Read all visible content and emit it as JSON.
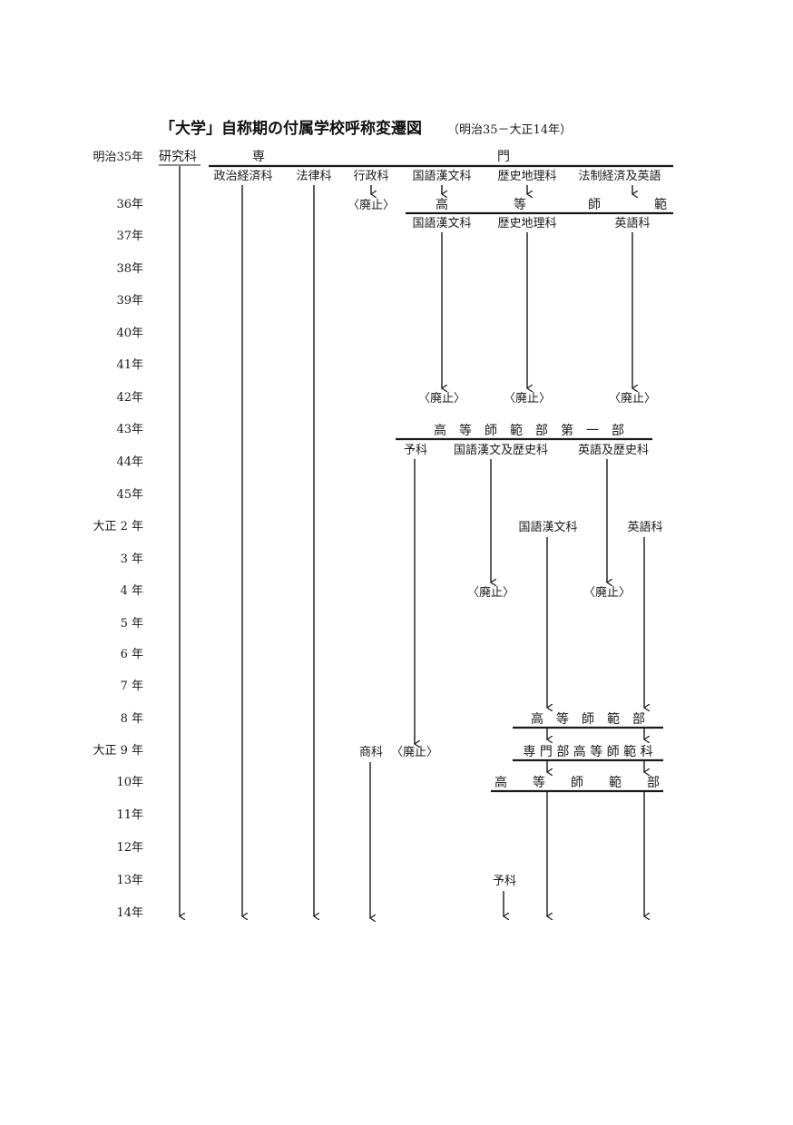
{
  "title": "「大学」自称期の付属学校呼称変遷図",
  "subtitle": "（明治35－大正14年）",
  "years": [
    {
      "id": "m35",
      "label": "明治35年"
    },
    {
      "id": "m36",
      "label": "36年"
    },
    {
      "id": "m37",
      "label": "37年"
    },
    {
      "id": "m38",
      "label": "38年"
    },
    {
      "id": "m39",
      "label": "39年"
    },
    {
      "id": "m40",
      "label": "40年"
    },
    {
      "id": "m41",
      "label": "41年"
    },
    {
      "id": "m42",
      "label": "42年"
    },
    {
      "id": "m43",
      "label": "43年"
    },
    {
      "id": "m44",
      "label": "44年"
    },
    {
      "id": "m45",
      "label": "45年"
    },
    {
      "id": "t2",
      "label": "大正 2 年"
    },
    {
      "id": "t3",
      "label": "3 年"
    },
    {
      "id": "t4",
      "label": "4 年"
    },
    {
      "id": "t5",
      "label": "5 年"
    },
    {
      "id": "t6",
      "label": "6 年"
    },
    {
      "id": "t7",
      "label": "7 年"
    },
    {
      "id": "t8",
      "label": "8 年"
    },
    {
      "id": "t9",
      "label": "大正 9 年"
    },
    {
      "id": "t10",
      "label": "10年"
    },
    {
      "id": "t11",
      "label": "11年"
    },
    {
      "id": "t12",
      "label": "12年"
    },
    {
      "id": "t13",
      "label": "13年"
    },
    {
      "id": "t14",
      "label": "14年"
    }
  ],
  "labels": {
    "kenkyuka": "研究科",
    "senmon_1": "専",
    "senmon_2": "門",
    "seiji_keizai": "政治経済科",
    "horitsu": "法律科",
    "gyosei": "行政科",
    "kokugo_kanbun": "国語漢文科",
    "rekishi_chiri": "歴史地理科",
    "hosei_keizai_eigo": "法制経済及英語",
    "haishi": "〈廃止〉",
    "koto_shihan_1": "高",
    "koto_shihan_2": "等",
    "koto_shihan_3": "師",
    "koto_shihan_4": "範",
    "kokugo_kanbun_2": "国語漢文科",
    "rekishi_chiri_2": "歴史地理科",
    "eigo": "英語科",
    "daiichibu": "高　等　師　範　部　第　一　部",
    "yoka": "予科",
    "kokugo_rekishi": "国語漢文及歴史科",
    "eigo_rekishi": "英語及歴史科",
    "kokugo_kanbun_3": "国語漢文科",
    "eigo_2": "英語科",
    "kotoshihanbu_1": "高　等　師　範　部",
    "shoka": "商科",
    "senmonbu_koto": "専 門 部 高 等 師 範 科",
    "kotoshihanbu_2": "高　　等　　師　　範　　部",
    "yoka_2": "予科"
  }
}
